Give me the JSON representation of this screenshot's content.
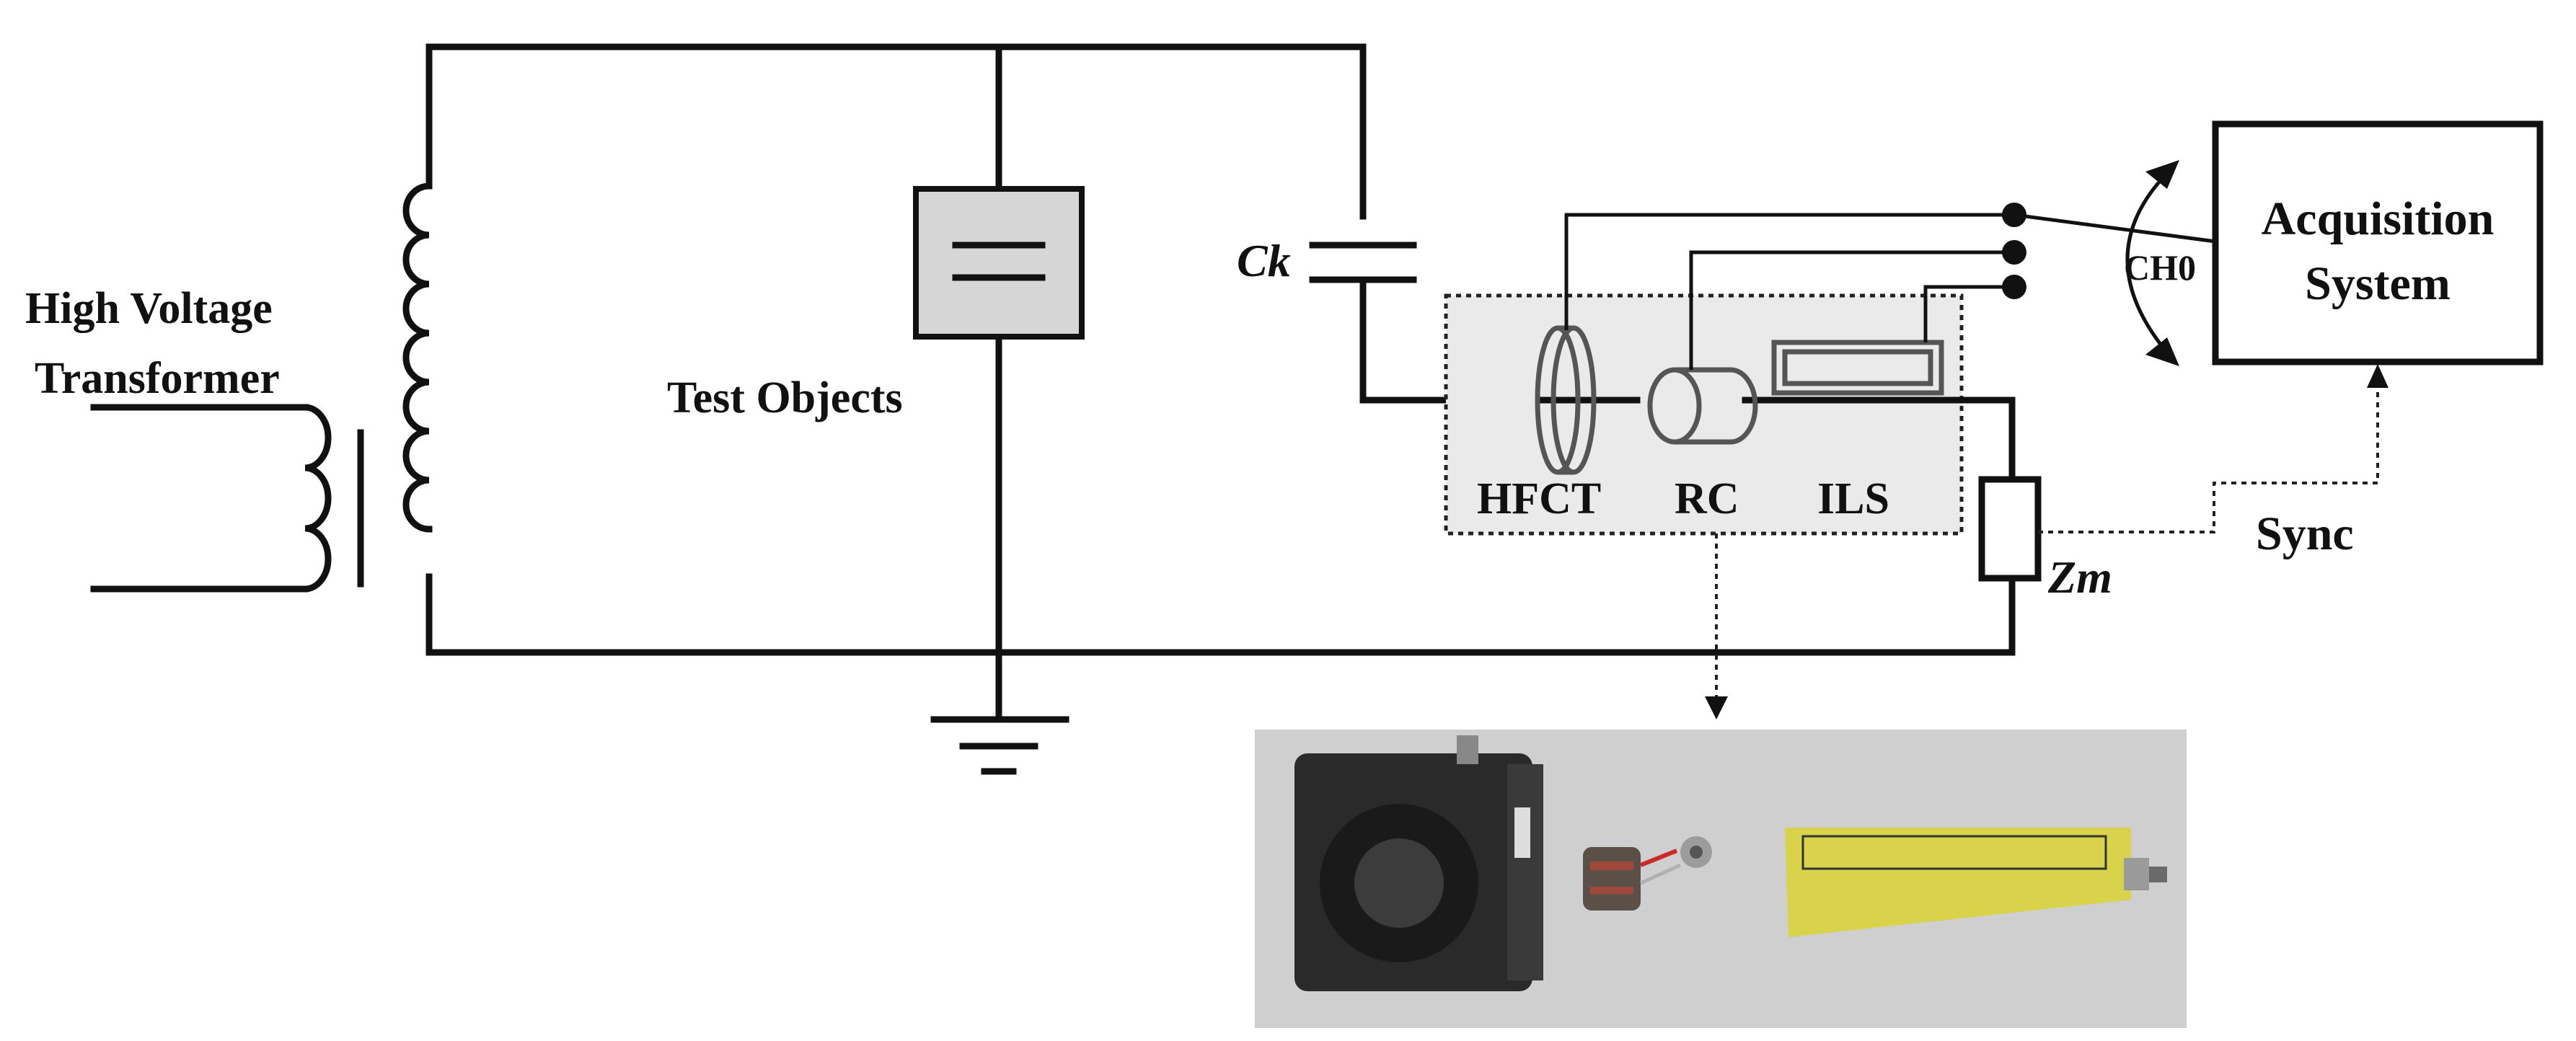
{
  "labels": {
    "transformer_line1": "High Voltage",
    "transformer_line2": "Transformer",
    "test_objects": "Test Objects",
    "ck": "Ck",
    "hfct": "HFCT",
    "rc": "RC",
    "ils": "ILS",
    "zm": "Zm",
    "acquisition_line1": "Acquisition",
    "acquisition_line2": "System",
    "ch0": "CH0",
    "sync": "Sync"
  },
  "colors": {
    "wire": "#111111",
    "sensor_outline": "#555555",
    "sensor_box_fill": "#eaeaea",
    "test_object_fill": "#d6d6d6",
    "photo_background": "#cfcfcf",
    "ils_board": "#d8d34a"
  },
  "photo": {
    "items": [
      "hfct-photo",
      "rogowski-coil-photo",
      "ils-photo"
    ]
  }
}
